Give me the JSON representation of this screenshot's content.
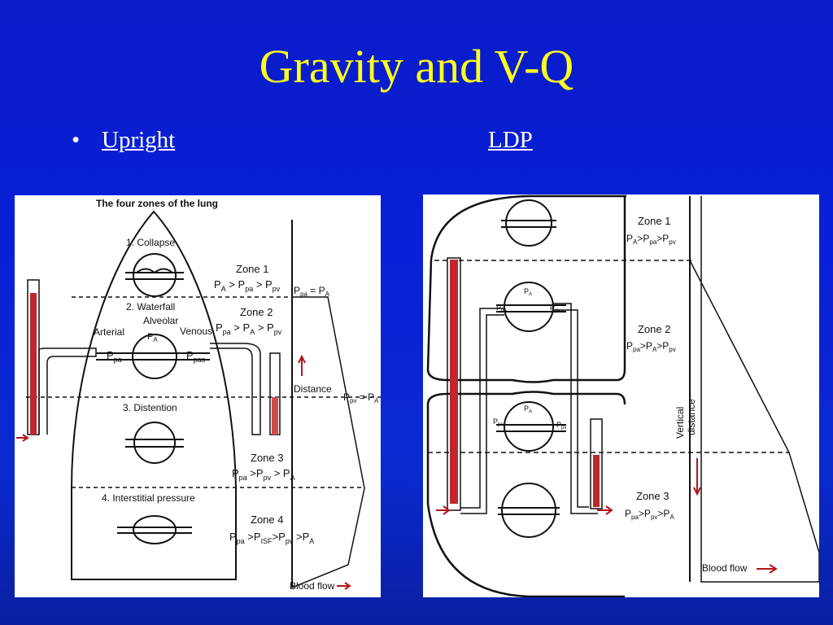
{
  "slide": {
    "title": "Gravity and V-Q",
    "bullet_glyph": "•",
    "link_upright": "Upright",
    "link_ldp": "LDP"
  },
  "upright": {
    "heading": "The four zones of the lung",
    "zone_labels": [
      "1. Collapse",
      "2. Waterfall",
      "3. Distention",
      "4. Interstitial pressure"
    ],
    "alveolar": "Alveolar",
    "arterial": "Arterial",
    "venous": "Venous",
    "zone1": "Zone 1",
    "zone2": "Zone 2",
    "zone3": "Zone 3",
    "zone4": "Zone 4",
    "distance": "Distance",
    "blood_flow": "Blood flow"
  },
  "ldp": {
    "zone1": "Zone 1",
    "zone2": "Zone 2",
    "zone3": "Zone 3",
    "vertical": "Vertical",
    "distance": "distance",
    "blood_flow": "Blood flow"
  },
  "colors": {
    "accent_yellow": "#ffff1a",
    "blood_red": "#c0262b",
    "arrow_red": "#b3151a"
  }
}
